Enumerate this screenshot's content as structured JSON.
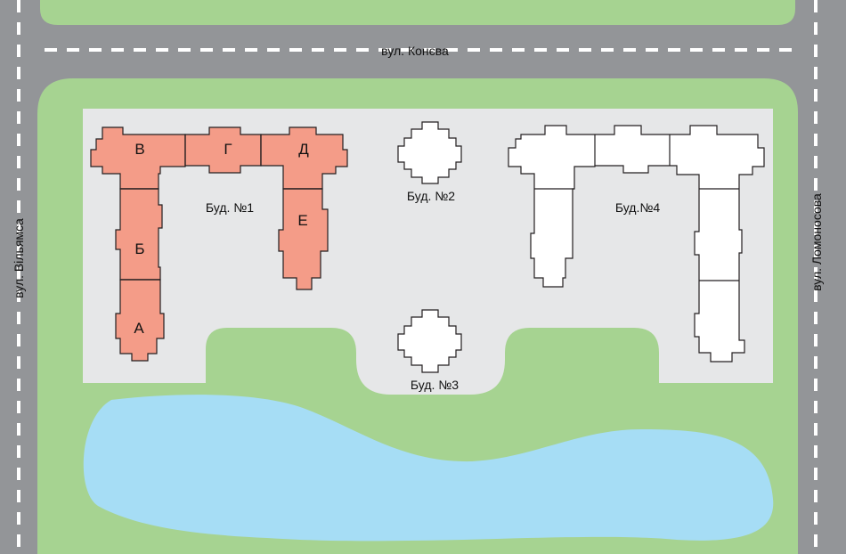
{
  "streets": {
    "top": "вул. Конєва",
    "left": "вул. Вільямса",
    "right": "вул. Ломоносова"
  },
  "buildings": {
    "b1": {
      "label": "Буд. №1",
      "sections": {
        "v": "В",
        "g": "Г",
        "d": "Д",
        "b": "Б",
        "e": "Е",
        "a": "А"
      }
    },
    "b2": {
      "label": "Буд. №2"
    },
    "b3": {
      "label": "Буд. №3"
    },
    "b4": {
      "label": "Буд.№4"
    }
  },
  "colors": {
    "road": "#939598",
    "road_marking": "#ffffff",
    "grass": "#a6d391",
    "site": "#e6e7e8",
    "lake": "#a6ddf5",
    "building_highlight": "#f49c88",
    "building_plain": "#ffffff",
    "outline": "#231f20"
  }
}
